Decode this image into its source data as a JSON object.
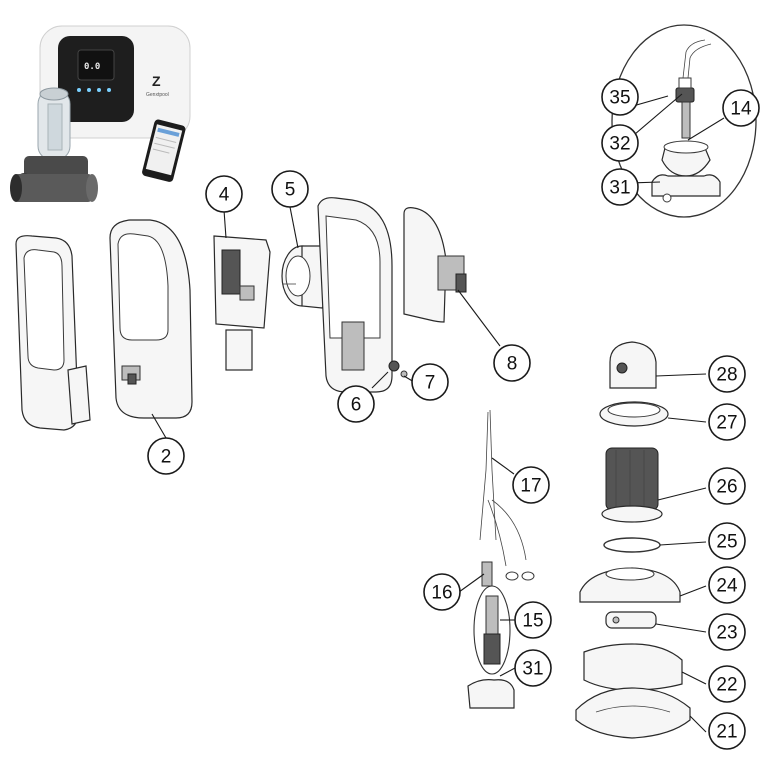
{
  "product": {
    "screen_readout": "0.0",
    "label_text": "Genxtpool",
    "brand_mark": "Z"
  },
  "callouts": [
    {
      "id": "2",
      "label": "2"
    },
    {
      "id": "4",
      "label": "4"
    },
    {
      "id": "5",
      "label": "5"
    },
    {
      "id": "6",
      "label": "6"
    },
    {
      "id": "7",
      "label": "7"
    },
    {
      "id": "8",
      "label": "8"
    },
    {
      "id": "14",
      "label": "14"
    },
    {
      "id": "15",
      "label": "15"
    },
    {
      "id": "16",
      "label": "16"
    },
    {
      "id": "17",
      "label": "17"
    },
    {
      "id": "21",
      "label": "21"
    },
    {
      "id": "22",
      "label": "22"
    },
    {
      "id": "23",
      "label": "23"
    },
    {
      "id": "24",
      "label": "24"
    },
    {
      "id": "25",
      "label": "25"
    },
    {
      "id": "26",
      "label": "26"
    },
    {
      "id": "27",
      "label": "27"
    },
    {
      "id": "28",
      "label": "28"
    },
    {
      "id": "31a",
      "label": "31"
    },
    {
      "id": "31b",
      "label": "31"
    },
    {
      "id": "32",
      "label": "32"
    },
    {
      "id": "35",
      "label": "35"
    }
  ]
}
